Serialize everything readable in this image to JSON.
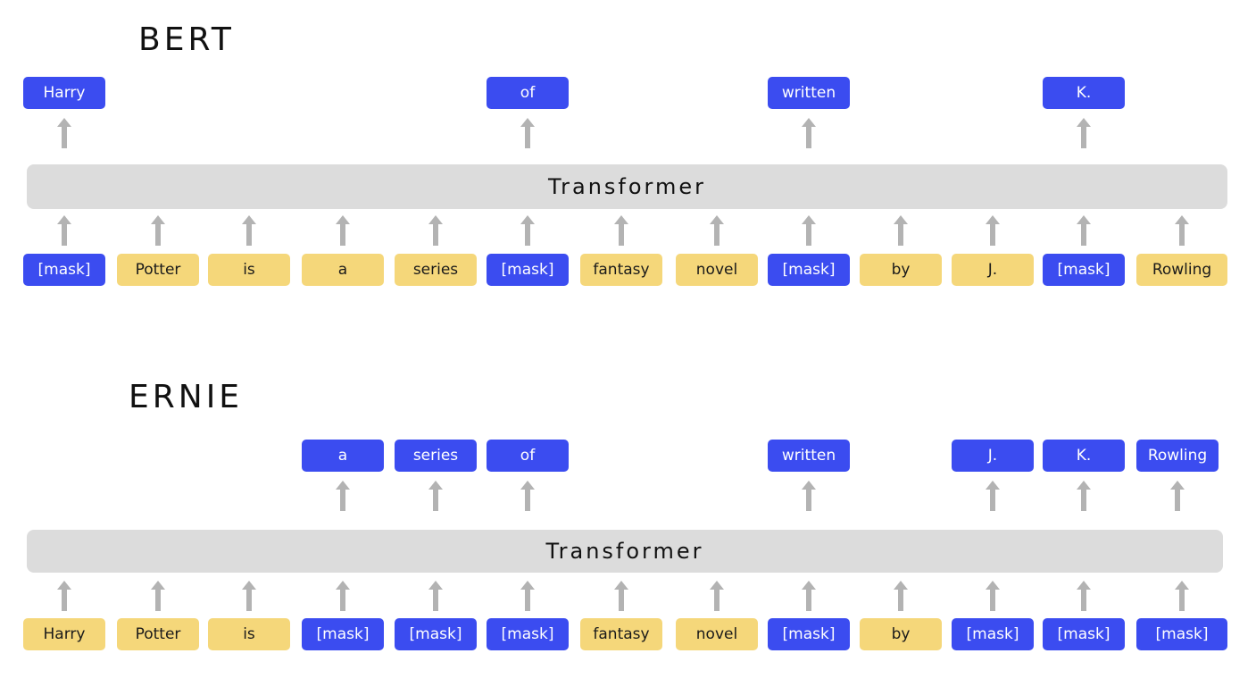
{
  "sections": [
    {
      "title": "BERT",
      "layer_label": "Transformer",
      "outputs": [
        {
          "text": "Harry",
          "slot": 0
        },
        {
          "text": "of",
          "slot": 5
        },
        {
          "text": "written",
          "slot": 8
        },
        {
          "text": "K.",
          "slot": 11
        }
      ],
      "inputs": [
        {
          "text": "[mask]",
          "masked": true
        },
        {
          "text": "Potter",
          "masked": false
        },
        {
          "text": "is",
          "masked": false
        },
        {
          "text": "a",
          "masked": false
        },
        {
          "text": "series",
          "masked": false
        },
        {
          "text": "[mask]",
          "masked": true
        },
        {
          "text": "fantasy",
          "masked": false
        },
        {
          "text": "novel",
          "masked": false
        },
        {
          "text": "[mask]",
          "masked": true
        },
        {
          "text": "by",
          "masked": false
        },
        {
          "text": "J.",
          "masked": false
        },
        {
          "text": "[mask]",
          "masked": true
        },
        {
          "text": "Rowling",
          "masked": false
        }
      ]
    },
    {
      "title": "ERNIE",
      "layer_label": "Transformer",
      "outputs": [
        {
          "text": "a",
          "slot": 3
        },
        {
          "text": "series",
          "slot": 4
        },
        {
          "text": "of",
          "slot": 5
        },
        {
          "text": "written",
          "slot": 8
        },
        {
          "text": "J.",
          "slot": 10
        },
        {
          "text": "K.",
          "slot": 11
        },
        {
          "text": "Rowling",
          "slot": 12
        }
      ],
      "inputs": [
        {
          "text": "Harry",
          "masked": false
        },
        {
          "text": "Potter",
          "masked": false
        },
        {
          "text": "is",
          "masked": false
        },
        {
          "text": "[mask]",
          "masked": true
        },
        {
          "text": "[mask]",
          "masked": true
        },
        {
          "text": "[mask]",
          "masked": true
        },
        {
          "text": "fantasy",
          "masked": false
        },
        {
          "text": "novel",
          "masked": false
        },
        {
          "text": "[mask]",
          "masked": true
        },
        {
          "text": "by",
          "masked": false
        },
        {
          "text": "[mask]",
          "masked": true
        },
        {
          "text": "[mask]",
          "masked": true
        },
        {
          "text": "[mask]",
          "masked": true
        }
      ]
    }
  ],
  "colors": {
    "masked_token": "#3b4cf0",
    "plain_token": "#f5d77a",
    "transformer_bar": "#dcdcdc",
    "arrow": "#b3b3b3"
  }
}
